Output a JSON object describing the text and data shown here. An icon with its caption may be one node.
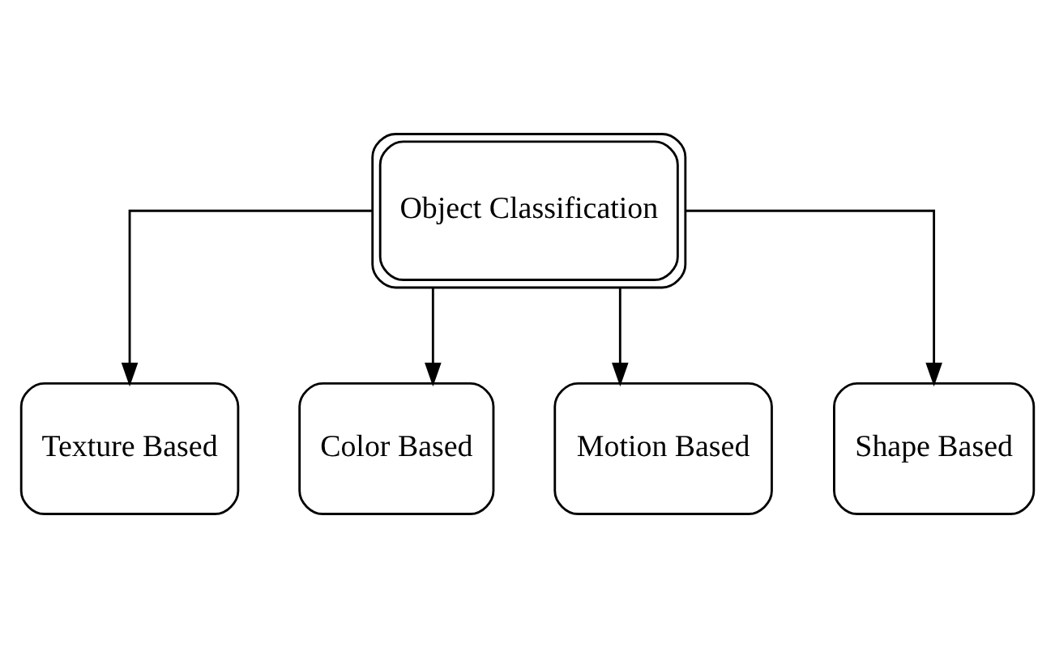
{
  "diagram": {
    "nodes": [
      {
        "text": [
          "Object Classification"
        ]
      },
      {
        "text": [
          "Texture Based"
        ]
      },
      {
        "text": [
          "Color Based"
        ]
      },
      {
        "text": [
          "Motion Based"
        ]
      },
      {
        "text": [
          "Shape Based"
        ]
      }
    ],
    "edges": [
      {
        "from": 0,
        "to": 1,
        "arrow": "to"
      },
      {
        "from": 0,
        "to": 2,
        "arrow": "to"
      },
      {
        "from": 0,
        "to": 3,
        "arrow": "to"
      },
      {
        "from": 0,
        "to": 4,
        "arrow": "to"
      }
    ]
  }
}
